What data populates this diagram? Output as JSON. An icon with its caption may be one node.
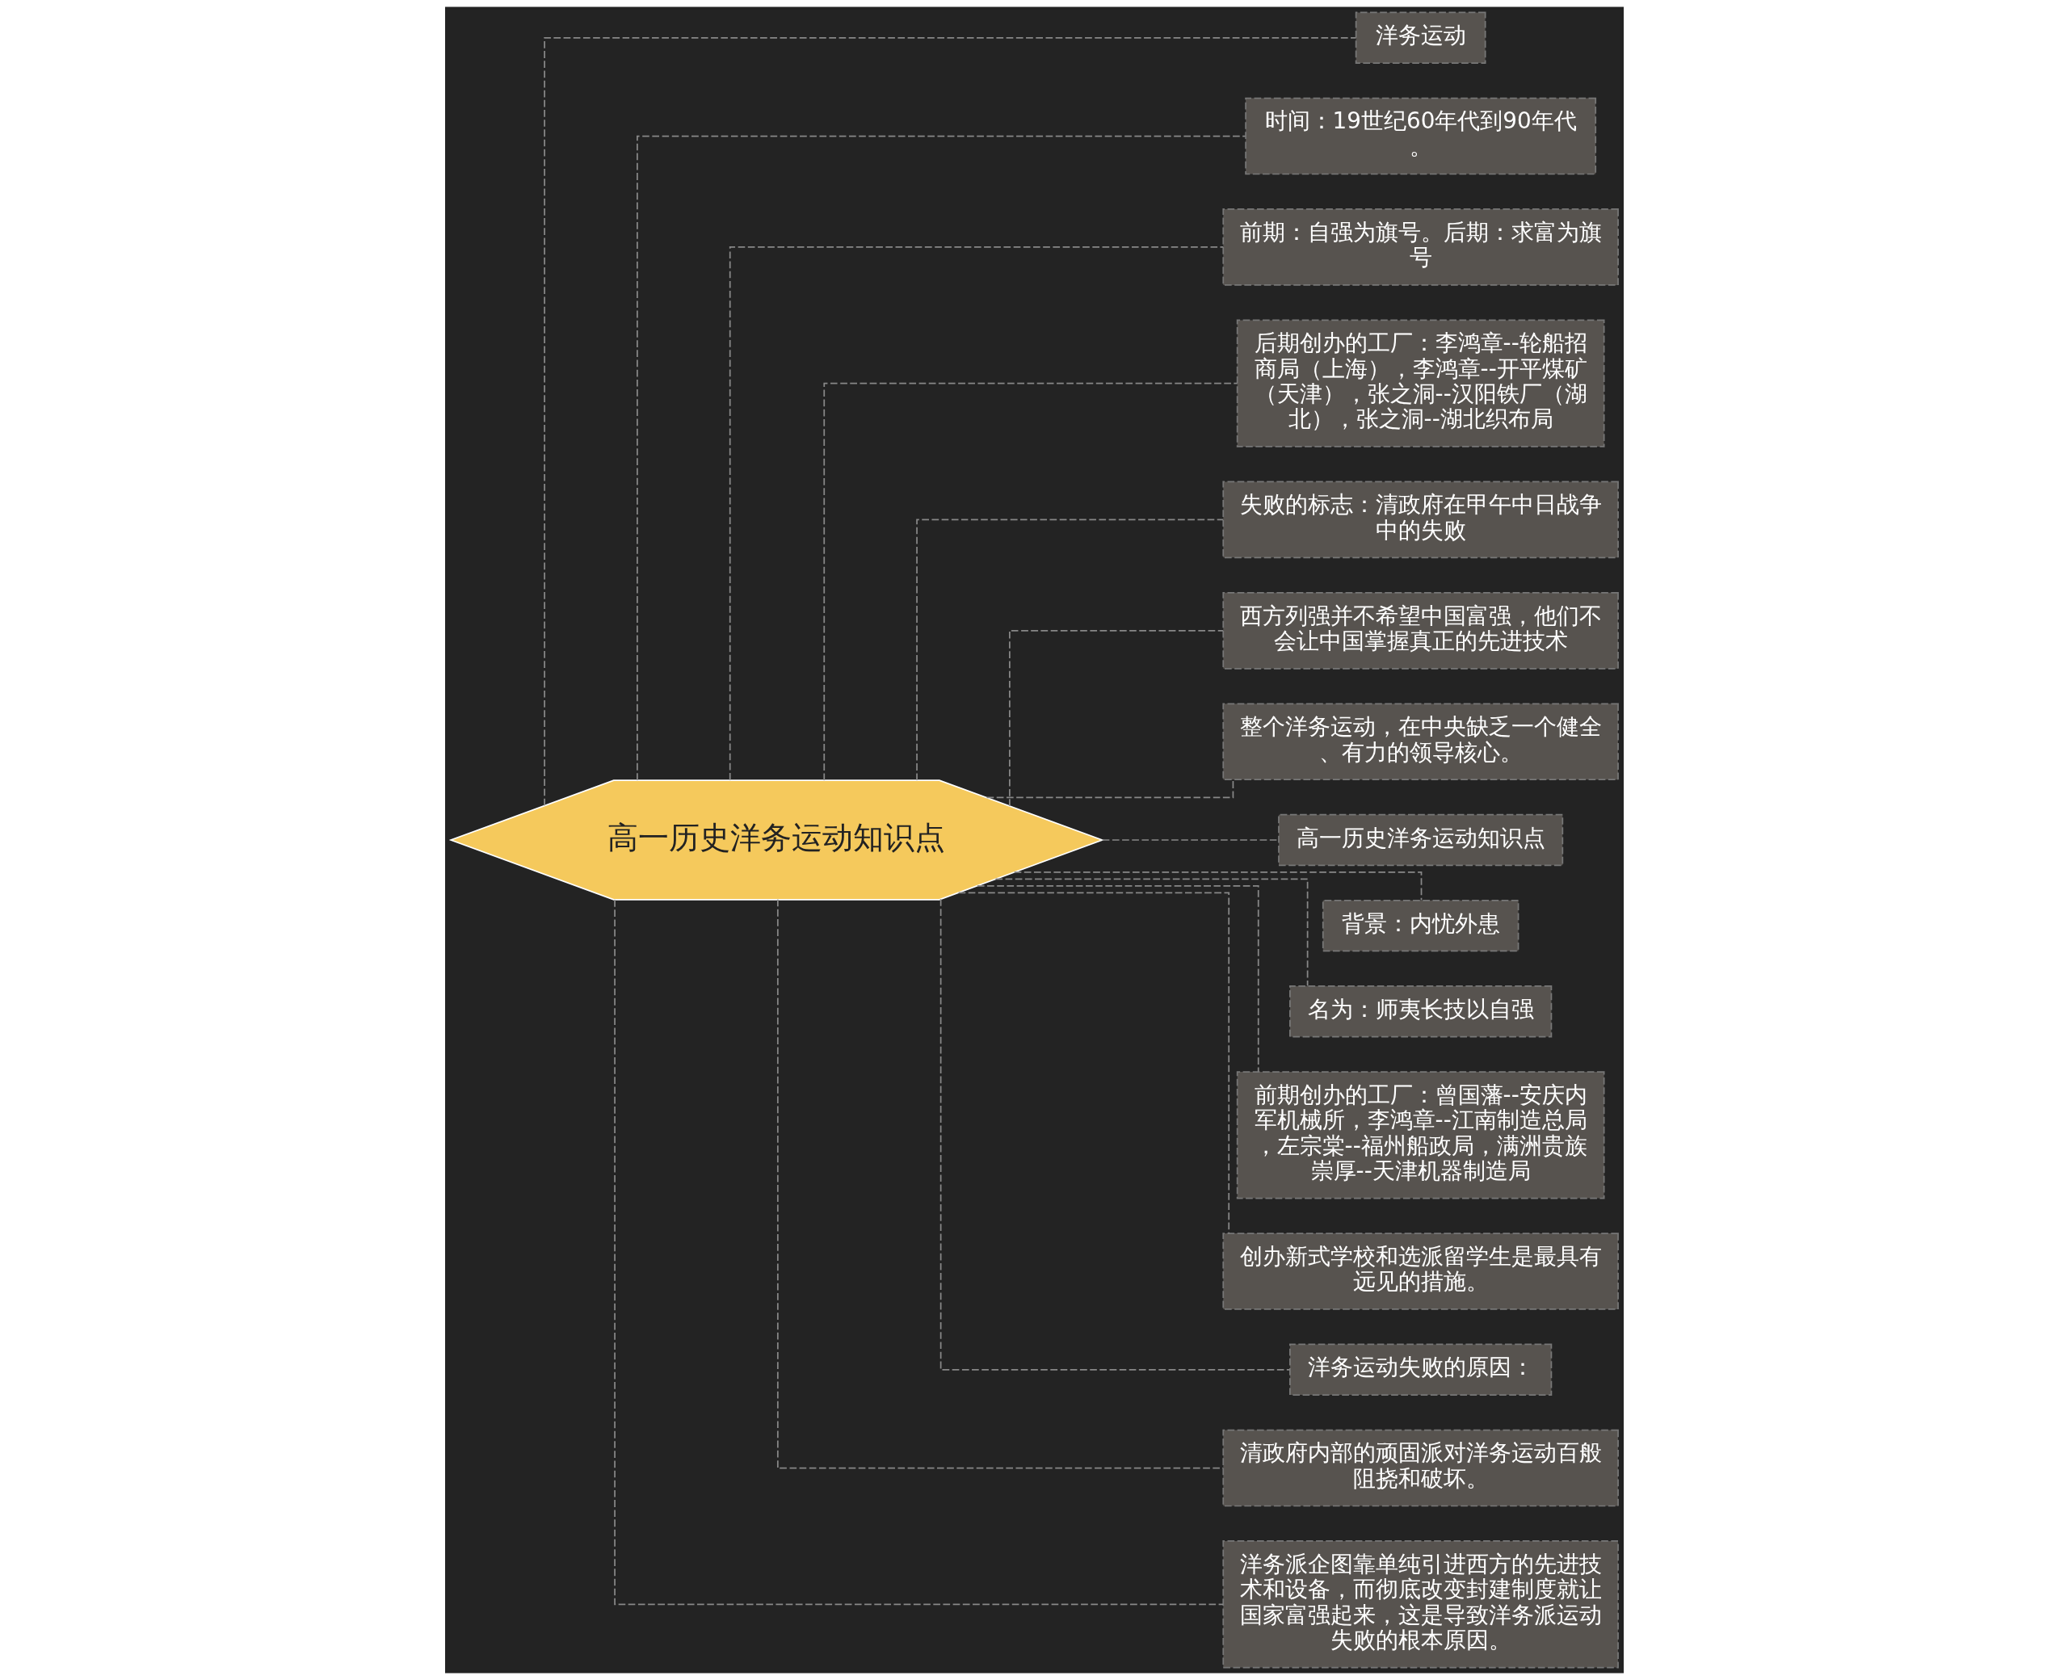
{
  "diagram": {
    "nodes": [
      {
        "text": [
          "高一历史洋务运动知识点"
        ]
      },
      {
        "text": [
          "洋务运动"
        ]
      },
      {
        "text": [
          "时间：19世纪60年代到90年代。"
        ]
      },
      {
        "text": [
          "前期：自强为旗号。后期：求富为旗号"
        ]
      },
      {
        "text": [
          "后期创办的工厂：李鸿章--轮船招商局（上海），李鸿章--开平煤矿（天津），张之洞--汉阳铁厂（湖北），张之洞--湖北织布局"
        ]
      },
      {
        "text": [
          "失败的标志：清政府在甲午中日战争中的失败"
        ]
      },
      {
        "text": [
          "西方列强并不希望中国富强，他们不会让中国掌握真正的先进技术"
        ]
      },
      {
        "text": [
          "整个洋务运动，在中央缺乏一个健全、有力的领导核心。"
        ]
      },
      {
        "text": [
          "高一历史洋务运动知识点"
        ]
      },
      {
        "text": [
          "背景：内忧外患"
        ]
      },
      {
        "text": [
          "名为：师夷长技以自强"
        ]
      },
      {
        "text": [
          "前期创办的工厂：曾国藩--安庆内军机械所，李鸿章--江南制造总局，左宗棠--福州船政局，满洲贵族崇厚--天津机器制造局"
        ]
      },
      {
        "text": [
          "创办新式学校和选派留学生是最具有远见的措施。"
        ]
      },
      {
        "text": [
          "洋务运动失败的原因："
        ]
      },
      {
        "text": [
          "清政府内部的顽固派对洋务运动百般阻挠和破坏。"
        ]
      },
      {
        "text": [
          "洋务派企图靠单纯引进西方的先进技术和设备，而彻底改变封建制度就让国家富强起来，这是导致洋务派运动失败的根本原因。"
        ]
      }
    ],
    "edges": [
      {
        "from": 0,
        "to": 1,
        "arrow": "none",
        "style": "dashed"
      },
      {
        "from": 0,
        "to": 2,
        "arrow": "none",
        "style": "dashed"
      },
      {
        "from": 0,
        "to": 3,
        "arrow": "none",
        "style": "dashed"
      },
      {
        "from": 0,
        "to": 4,
        "arrow": "none",
        "style": "dashed"
      },
      {
        "from": 0,
        "to": 5,
        "arrow": "none",
        "style": "dashed"
      },
      {
        "from": 0,
        "to": 6,
        "arrow": "none",
        "style": "dashed"
      },
      {
        "from": 0,
        "to": 7,
        "arrow": "none",
        "style": "dashed"
      },
      {
        "from": 0,
        "to": 8,
        "arrow": "none",
        "style": "dashed"
      },
      {
        "from": 0,
        "to": 9,
        "arrow": "none",
        "style": "dashed"
      },
      {
        "from": 0,
        "to": 10,
        "arrow": "none",
        "style": "dashed"
      },
      {
        "from": 0,
        "to": 11,
        "arrow": "none",
        "style": "dashed"
      },
      {
        "from": 0,
        "to": 12,
        "arrow": "none",
        "style": "dashed"
      },
      {
        "from": 0,
        "to": 13,
        "arrow": "none",
        "style": "dashed"
      },
      {
        "from": 0,
        "to": 14,
        "arrow": "none",
        "style": "dashed"
      },
      {
        "from": 0,
        "to": 15,
        "arrow": "none",
        "style": "dashed"
      }
    ]
  }
}
